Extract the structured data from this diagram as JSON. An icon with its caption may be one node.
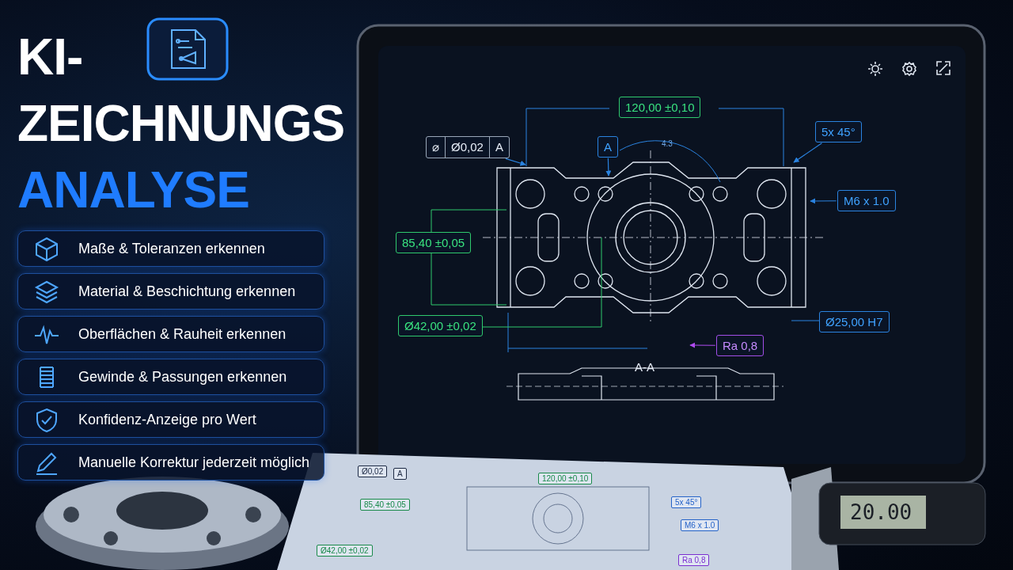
{
  "diagram": {
    "title": "KI- ZEICHNUNGS ANALYSE",
    "nodes": [
      {
        "text": [
          "Maße & Toleranzen erkennen"
        ]
      },
      {
        "text": [
          "Material & Beschichtung erkennen"
        ]
      },
      {
        "text": [
          "Oberflächen & Rauheit erkennen"
        ]
      },
      {
        "text": [
          "Gewinde & Passungen erkennen"
        ]
      },
      {
        "text": [
          "Konfidenz-Anzeige pro Wert"
        ]
      },
      {
        "text": [
          "Manuelle Korrektur jederzeit möglich"
        ]
      },
      {
        "text": [
          "120,00 ±0,10"
        ]
      },
      {
        "text": [
          "⌀",
          "Ø0,02",
          "A"
        ]
      },
      {
        "text": [
          "A"
        ]
      },
      {
        "text": [
          "5x 45°"
        ]
      },
      {
        "text": [
          "M6 x 1.0"
        ]
      },
      {
        "text": [
          "85,40 ±0,05"
        ]
      },
      {
        "text": [
          "Ø42,00 ±0,02"
        ]
      },
      {
        "text": [
          "Ø25,00 H7"
        ]
      },
      {
        "text": [
          "Ra 0,8"
        ]
      }
    ],
    "edges": [
      {
        "from": 7,
        "to": null,
        "arrow": "to"
      },
      {
        "from": 8,
        "to": null,
        "arrow": "to"
      },
      {
        "from": 9,
        "to": null,
        "arrow": "to"
      },
      {
        "from": 10,
        "to": null,
        "arrow": "to"
      },
      {
        "from": 14,
        "to": null,
        "arrow": "to",
        "color": "#b04cf0"
      }
    ],
    "labels": [
      "4.3",
      "A-A",
      "Ø0,02",
      "A",
      "120,00 ±0,10",
      "85,40 ±0,05",
      "5x 45°",
      "M6 x 1.0",
      "Ø42,00 ±0,02",
      "Ra 0,8",
      "20.00"
    ]
  }
}
